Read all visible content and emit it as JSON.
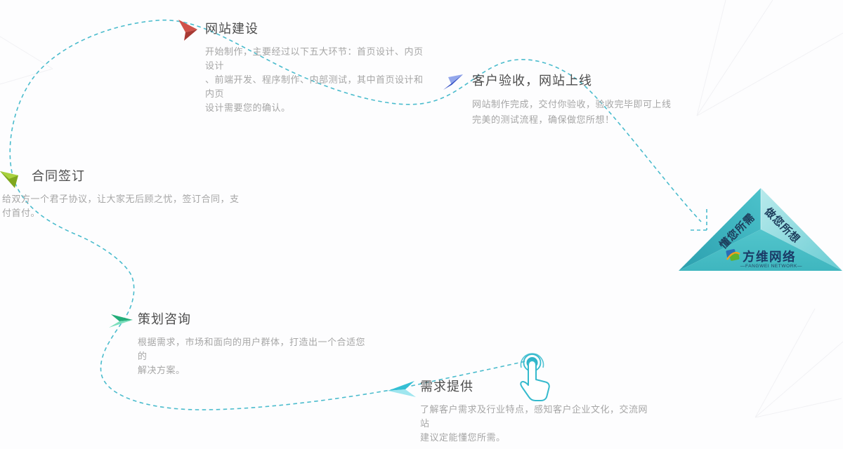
{
  "page": {
    "background": "#fdfdfe"
  },
  "palette": {
    "path_dash": "#4bbccd",
    "title_text": "#4c4c4c",
    "desc_text": "#a6a6a6",
    "pyramid_left_face": "#34acb9",
    "pyramid_right_face": "#8ed9dc",
    "pyramid_front_face": "#4abfc7",
    "pyramid_label_text": "#1d3d5c",
    "logo_blue": "#2a6cb5",
    "logo_green": "#5fb32d",
    "logo_orange": "#f2a21c",
    "tap_icon": "#35bacd"
  },
  "steps": [
    {
      "id": "demand",
      "title": "需求提供",
      "desc": "了解客户需求及行业特点，感知客户企业文化，交流网站\n建议定能懂您所需。",
      "arrow_icon": "paper-plane-left",
      "arrow_colors": [
        "#35bfd4",
        "#9fe6ef"
      ]
    },
    {
      "id": "planning",
      "title": "策划咨询",
      "desc": "根据需求，市场和面向的用户群体，打造出一个合适您的\n解决方案。",
      "arrow_icon": "paper-plane-right",
      "arrow_colors": [
        "#23ad79",
        "#7cdfbd"
      ]
    },
    {
      "id": "contract",
      "title": "合同签订",
      "desc": "给双方一个君子协议，让大家无后顾之忧，签订合同，支\n付首付。",
      "arrow_icon": "paper-plane-down",
      "arrow_colors": [
        "#a9d23e",
        "#7fa71f"
      ]
    },
    {
      "id": "build",
      "title": "网站建设",
      "desc": "开始制作，主要经过以下五大环节：首页设计、内页设计\n、前端开发、程序制作、内部测试，其中首页设计和内页\n设计需要您的确认。",
      "arrow_icon": "paper-plane-down-right",
      "arrow_colors": [
        "#d0524a",
        "#a83a34"
      ]
    },
    {
      "id": "acceptance",
      "title": "客户验收，网站上线",
      "desc": "网站制作完成，交付你验收，验收完毕即可上线\n完美的测试流程，确保做您所想！",
      "arrow_icon": "paper-plane-up-right",
      "arrow_colors": [
        "#93a7ec",
        "#3a53c5"
      ]
    }
  ],
  "pyramid": {
    "left_label": "懂您所需",
    "right_label": "做您所想",
    "brand": "方维网络",
    "brand_en": "—FANGWEI NETWORK—"
  }
}
